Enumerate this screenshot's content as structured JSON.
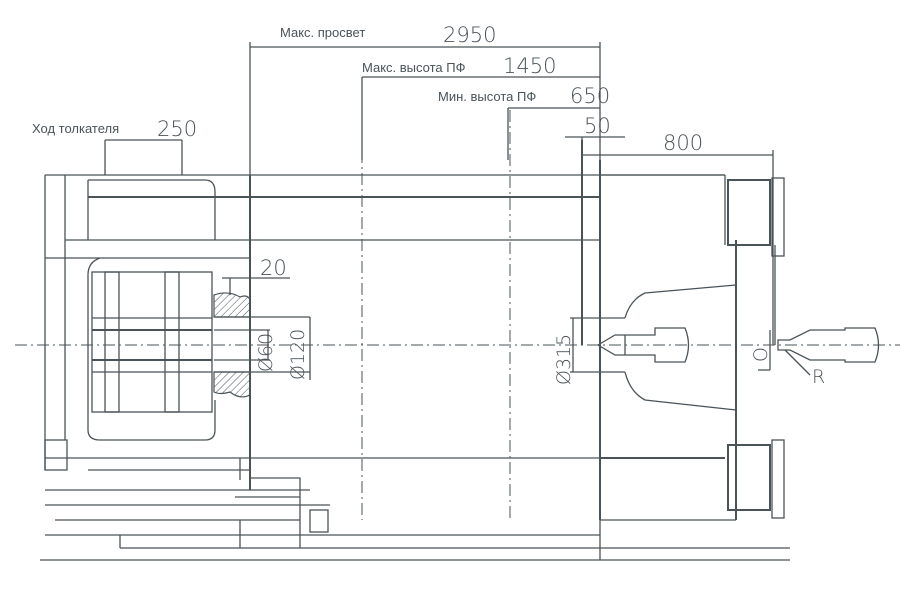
{
  "drawing": {
    "max_daylight_label": "Макс. просвет",
    "max_daylight_value": "2950",
    "max_mold_height_label": "Макс. высота ПФ",
    "max_mold_height_value": "1450",
    "min_mold_height_label": "Мин. высота ПФ",
    "min_mold_height_value": "650",
    "nozzle_offset_value": "50",
    "injection_stroke_value": "800",
    "ejector_stroke_label": "Ход толкателя",
    "ejector_stroke_value": "250",
    "ejector_offset_value": "20",
    "ejector_dia_small": "Ø60",
    "ejector_dia_large": "Ø120",
    "locating_ring_dia": "Ø315",
    "nozzle_orifice_label": "O",
    "nozzle_radius_label": "R"
  },
  "colors": {
    "line": "#4a5358"
  }
}
